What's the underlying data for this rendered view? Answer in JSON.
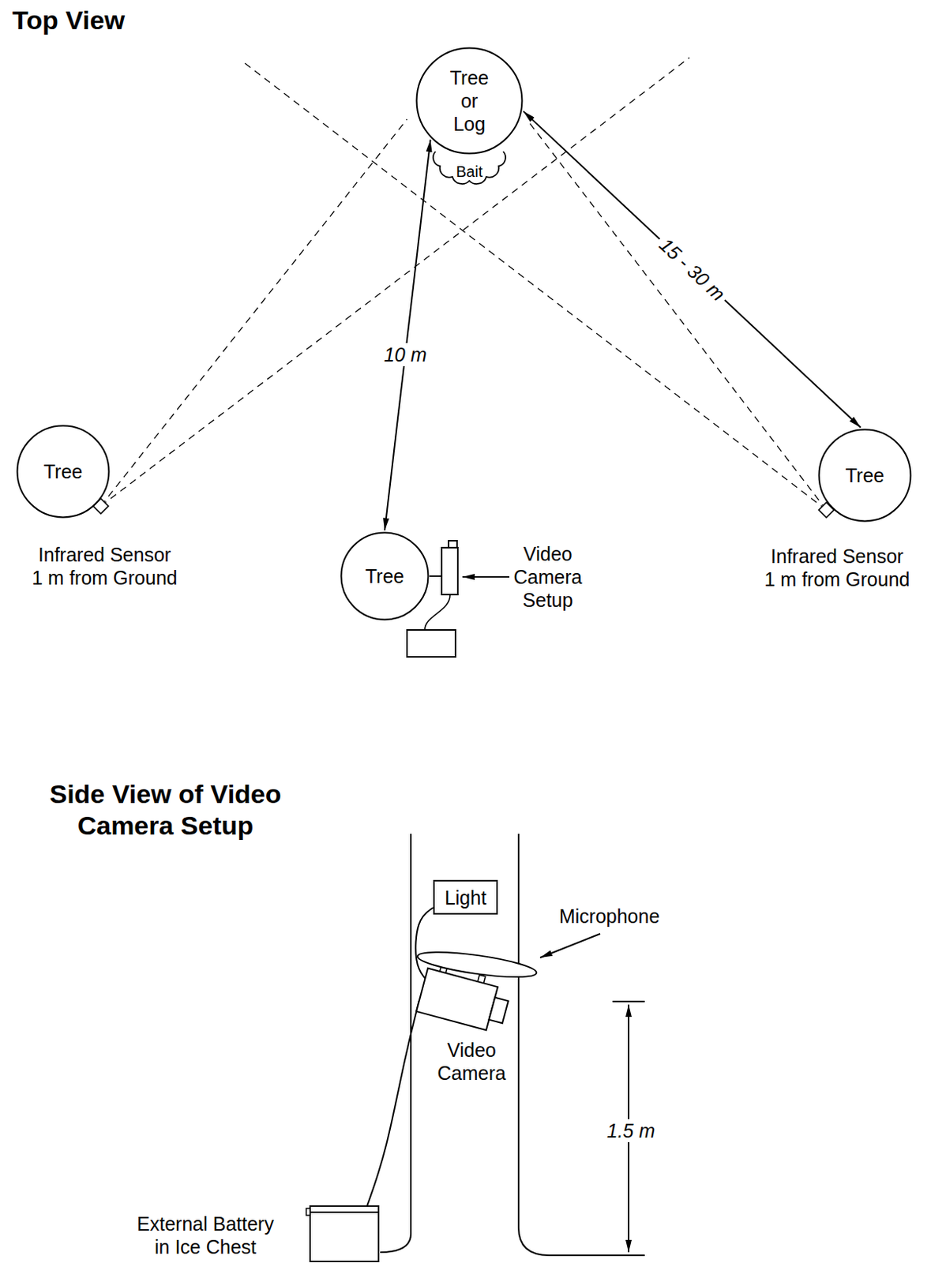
{
  "diagram": {
    "title": "Top View",
    "nodes": [
      {
        "text": [
          "Tree or Log"
        ]
      },
      {
        "text": [
          "Bait"
        ]
      },
      {
        "text": [
          "Tree"
        ]
      },
      {
        "text": [
          "Tree"
        ]
      },
      {
        "text": [
          "Tree"
        ]
      },
      {
        "text": [
          "Light"
        ]
      },
      {
        "text": [
          "Video Camera"
        ]
      },
      {
        "text": [
          "External Battery in Ice Chest"
        ]
      }
    ],
    "edges": [
      {
        "from": 4,
        "to": 0,
        "arrow": "both",
        "label": "10 m"
      },
      {
        "from": 0,
        "to": 3,
        "arrow": "both",
        "label": "15 - 30 m"
      },
      {
        "from": 5,
        "to": 6,
        "arrow": "none"
      },
      {
        "from": 6,
        "to": 7,
        "arrow": "none"
      }
    ],
    "labels": [
      "Infrared Sensor 1 m from Ground",
      "Video Camera Setup",
      "Infrared Sensor 1 m from Ground",
      "Side View of Video Camera Setup",
      "Microphone",
      "1.5 m"
    ]
  }
}
